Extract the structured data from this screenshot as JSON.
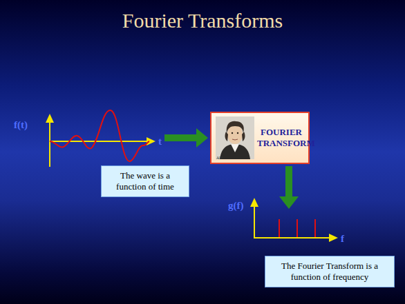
{
  "diagram": {
    "title": "Fourier Transforms",
    "nodes": [
      {
        "text": [
          "FOURIER TRANSFORM"
        ]
      },
      {
        "text": [
          "The wave is a function of time"
        ]
      },
      {
        "text": [
          "The Fourier Transform is a function of frequency"
        ]
      }
    ],
    "labels": [
      "f(t)",
      "t",
      "g(f)",
      "f",
      "AIP"
    ]
  }
}
